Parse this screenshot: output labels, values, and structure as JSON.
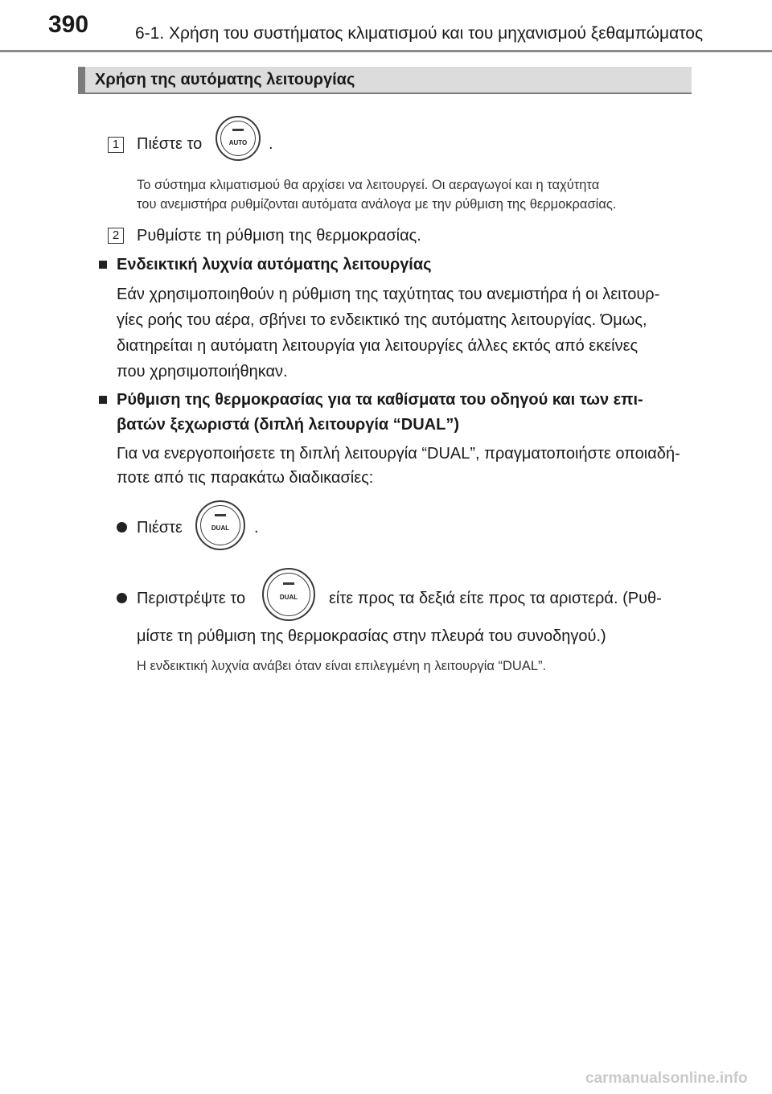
{
  "header": {
    "page_number": "390",
    "chapter_title": "6-1. Χρήση του συστήματος κλιματισμού και του μηχανισμού ξεθαμπώματος"
  },
  "section": {
    "title": "Χρήση της αυτόματης λειτουργίας"
  },
  "steps": [
    {
      "number": "1",
      "text_before": "Πιέστε το",
      "button_label": "AUTO",
      "text_after": ".",
      "note_line1": "Το σύστημα κλιματισμού θα αρχίσει να λειτουργεί. Οι αεραγωγοί και η ταχύτητα",
      "note_line2": "του ανεμιστήρα ρυθμίζονται αυτόματα ανάλογα με την ρύθμιση της θερμοκρασίας."
    },
    {
      "number": "2",
      "text": "Ρυθμίστε τη ρύθμιση της θερμοκρασίας."
    }
  ],
  "indicator_section": {
    "heading": "Ενδεικτική λυχνία αυτόματης λειτουργίας",
    "line1": "Εάν χρησιμοποιηθούν η ρύθμιση της ταχύτητας του ανεμιστήρα ή οι λειτουρ-",
    "line2": "γίες ροής του αέρα, σβήνει το ενδεικτικό της αυτόματης λειτουργίας. Όμως,",
    "line3": "διατηρείται η αυτόματη λειτουργία για λειτουργίες άλλες εκτός από εκείνες",
    "line4": "που χρησιμοποιήθηκαν."
  },
  "dual_section": {
    "heading_line1": "Ρύθμιση της θερμοκρασίας για τα καθίσματα του οδηγού και των επι-",
    "heading_line2": "βατών ξεχωριστά (διπλή λειτουργία “DUAL”)",
    "line1": "Για να ενεργοποιήσετε τη διπλή λειτουργία “DUAL”, πραγματοποιήστε οποιαδή-",
    "line2": "ποτε από τις παρακάτω διαδικασίες:",
    "bullets": [
      {
        "text_before": "Πιέστε",
        "button_label": "DUAL",
        "text_after": "."
      },
      {
        "text_before": "Περιστρέψτε το",
        "button_label": "DUAL",
        "text_after": "είτε προς τα δεξιά είτε προς τα αριστερά. (Ρυθ-",
        "text_line2": "μίστε τη ρύθμιση της θερμοκρασίας στην πλευρά του συνοδηγού.)"
      }
    ],
    "note": "Η ενδεικτική λυχνία ανάβει όταν είναι επιλεγμένη η λειτουργία “DUAL”."
  },
  "watermark": "carmanualsonline.info"
}
